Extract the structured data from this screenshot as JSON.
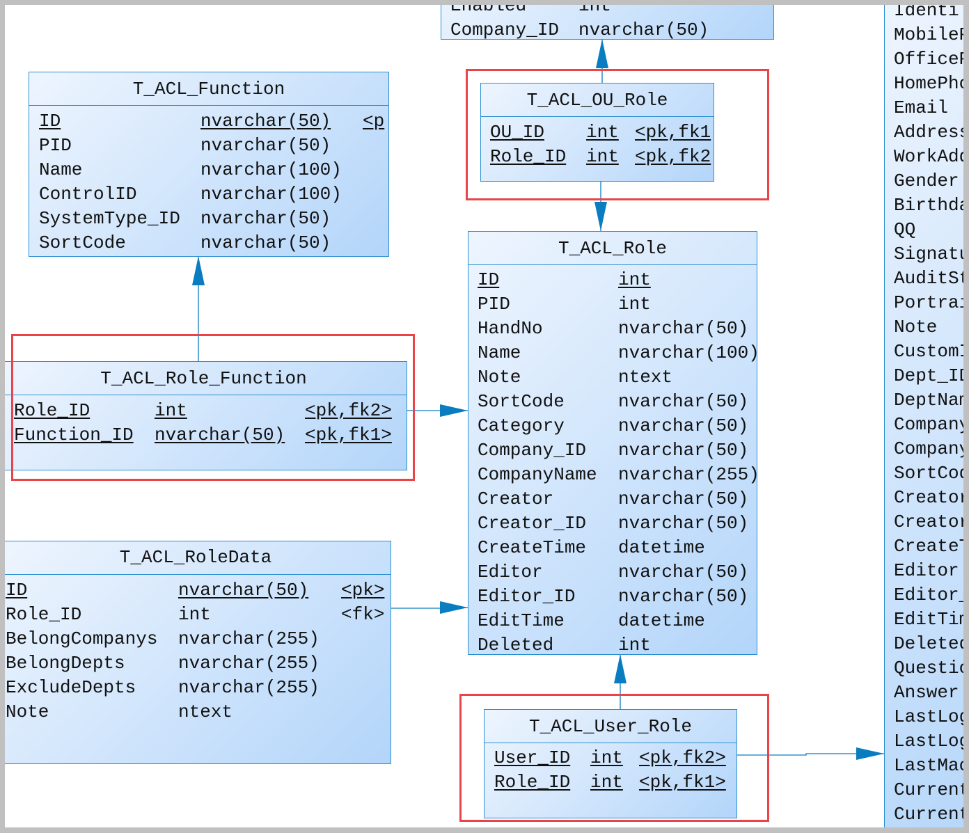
{
  "colors": {
    "line": "#0a7dc0",
    "border": "#2a8fd0",
    "highlight": "#e8444a"
  },
  "tables": [
    {
      "id": "company-partial",
      "title": "",
      "rows": [
        [
          "Enabled",
          "int",
          ""
        ],
        [
          "Company_ID",
          "nvarchar(50)",
          ""
        ]
      ],
      "pk": []
    },
    {
      "id": "t-acl-function",
      "title": "T_ACL_Function",
      "rows": [
        [
          "ID",
          "nvarchar(50)",
          "<p"
        ],
        [
          "PID",
          "nvarchar(50)",
          ""
        ],
        [
          "Name",
          "nvarchar(100)",
          ""
        ],
        [
          "ControlID",
          "nvarchar(100)",
          ""
        ],
        [
          "SystemType_ID",
          "nvarchar(50)",
          ""
        ],
        [
          "SortCode",
          "nvarchar(50)",
          ""
        ]
      ],
      "pk": [
        0
      ]
    },
    {
      "id": "t-acl-ou-role",
      "title": "T_ACL_OU_Role",
      "rows": [
        [
          "OU_ID",
          "int",
          "<pk,fk1"
        ],
        [
          "Role_ID",
          "int",
          "<pk,fk2"
        ]
      ],
      "pk": [
        0,
        1
      ]
    },
    {
      "id": "t-acl-role",
      "title": "T_ACL_Role",
      "rows": [
        [
          "ID",
          "int",
          ""
        ],
        [
          "PID",
          "int",
          ""
        ],
        [
          "HandNo",
          "nvarchar(50)",
          ""
        ],
        [
          "Name",
          "nvarchar(100)",
          ""
        ],
        [
          "Note",
          "ntext",
          ""
        ],
        [
          "SortCode",
          "nvarchar(50)",
          ""
        ],
        [
          "Category",
          "nvarchar(50)",
          ""
        ],
        [
          "Company_ID",
          "nvarchar(50)",
          ""
        ],
        [
          "CompanyName",
          "nvarchar(255)",
          ""
        ],
        [
          "Creator",
          "nvarchar(50)",
          ""
        ],
        [
          "Creator_ID",
          "nvarchar(50)",
          ""
        ],
        [
          "CreateTime",
          "datetime",
          ""
        ],
        [
          "Editor",
          "nvarchar(50)",
          ""
        ],
        [
          "Editor_ID",
          "nvarchar(50)",
          ""
        ],
        [
          "EditTime",
          "datetime",
          ""
        ],
        [
          "Deleted",
          "int",
          ""
        ]
      ],
      "pk": [
        0
      ]
    },
    {
      "id": "t-acl-role-function",
      "title": "T_ACL_Role_Function",
      "rows": [
        [
          "Role_ID",
          "int",
          "<pk,fk2>"
        ],
        [
          "Function_ID",
          "nvarchar(50)",
          "<pk,fk1>"
        ]
      ],
      "pk": [
        0,
        1
      ]
    },
    {
      "id": "t-acl-roledata",
      "title": "T_ACL_RoleData",
      "rows": [
        [
          "ID",
          "nvarchar(50)",
          "<pk>"
        ],
        [
          "Role_ID",
          "int",
          "<fk>"
        ],
        [
          "BelongCompanys",
          "nvarchar(255)",
          ""
        ],
        [
          "BelongDepts",
          "nvarchar(255)",
          ""
        ],
        [
          "ExcludeDepts",
          "nvarchar(255)",
          ""
        ],
        [
          "Note",
          "ntext",
          ""
        ]
      ],
      "pk": [
        0
      ]
    },
    {
      "id": "t-acl-user-role",
      "title": "T_ACL_User_Role",
      "rows": [
        [
          "User_ID",
          "int",
          "<pk,fk2>"
        ],
        [
          "Role_ID",
          "int",
          "<pk,fk1>"
        ]
      ],
      "pk": [
        0,
        1
      ]
    },
    {
      "id": "user-partial",
      "title": "",
      "rows": [
        [
          "Identi",
          "",
          ""
        ],
        [
          "MobileP",
          "",
          ""
        ],
        [
          "OfficeP",
          "",
          ""
        ],
        [
          "HomePho",
          "",
          ""
        ],
        [
          "Email",
          "",
          ""
        ],
        [
          "Address",
          "",
          ""
        ],
        [
          "WorkAdd",
          "",
          ""
        ],
        [
          "Gender",
          "",
          ""
        ],
        [
          "Birthda",
          "",
          ""
        ],
        [
          "QQ",
          "",
          ""
        ],
        [
          "Signatu",
          "",
          ""
        ],
        [
          "AuditSt",
          "",
          ""
        ],
        [
          "Portrai",
          "",
          ""
        ],
        [
          "Note",
          "",
          ""
        ],
        [
          "CustomI",
          "",
          ""
        ],
        [
          "Dept_ID",
          "",
          ""
        ],
        [
          "DeptNam",
          "",
          ""
        ],
        [
          "Company",
          "",
          ""
        ],
        [
          "Company",
          "",
          ""
        ],
        [
          "SortCod",
          "",
          ""
        ],
        [
          "Creator",
          "",
          ""
        ],
        [
          "Creator",
          "",
          ""
        ],
        [
          "CreateT",
          "",
          ""
        ],
        [
          "Editor",
          "",
          ""
        ],
        [
          "Editor_",
          "",
          ""
        ],
        [
          "EditTim",
          "",
          ""
        ],
        [
          "Deleted",
          "",
          ""
        ],
        [
          "Questio",
          "",
          ""
        ],
        [
          "Answer",
          "",
          ""
        ],
        [
          "LastLog",
          "",
          ""
        ],
        [
          "LastLog",
          "",
          ""
        ],
        [
          "LastMac",
          "",
          ""
        ],
        [
          "Current",
          "",
          ""
        ],
        [
          "Current",
          "",
          ""
        ]
      ],
      "pk": []
    }
  ]
}
